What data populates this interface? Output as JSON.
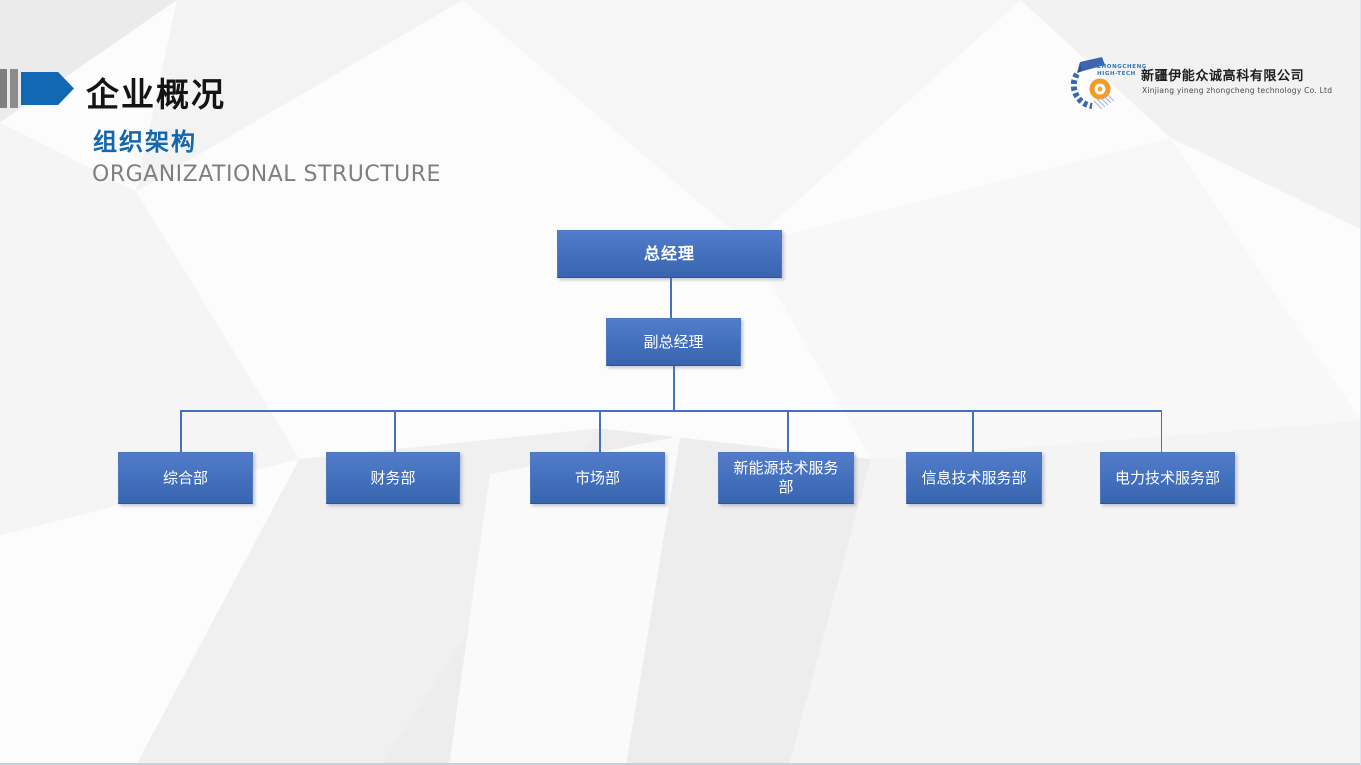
{
  "slide": {
    "header": {
      "title": "企业概况",
      "subtitle_cn": "组织架构",
      "subtitle_en": "ORGANIZATIONAL STRUCTURE"
    },
    "logo": {
      "badge_line1": "ZHONGCHENG",
      "badge_line2": "HIGH-TECH",
      "company_cn": "新疆伊能众诚高科有限公司",
      "company_en": "Xinjiang yineng zhongcheng technology Co. Ltd"
    },
    "org_chart": {
      "root": "总经理",
      "deputy": "副总经理",
      "departments": [
        "综合部",
        "财务部",
        "市场部",
        "新能源技术服务部",
        "信息技术服务部",
        "电力技术服务部"
      ]
    },
    "colors": {
      "accent_blue": "#1268b3",
      "box_blue_top": "#527cc9",
      "box_blue_bottom": "#3a64ae",
      "connector_blue": "#4471bd",
      "title_gray": "#7f7f7f",
      "logo_orange": "#f59a23"
    }
  }
}
